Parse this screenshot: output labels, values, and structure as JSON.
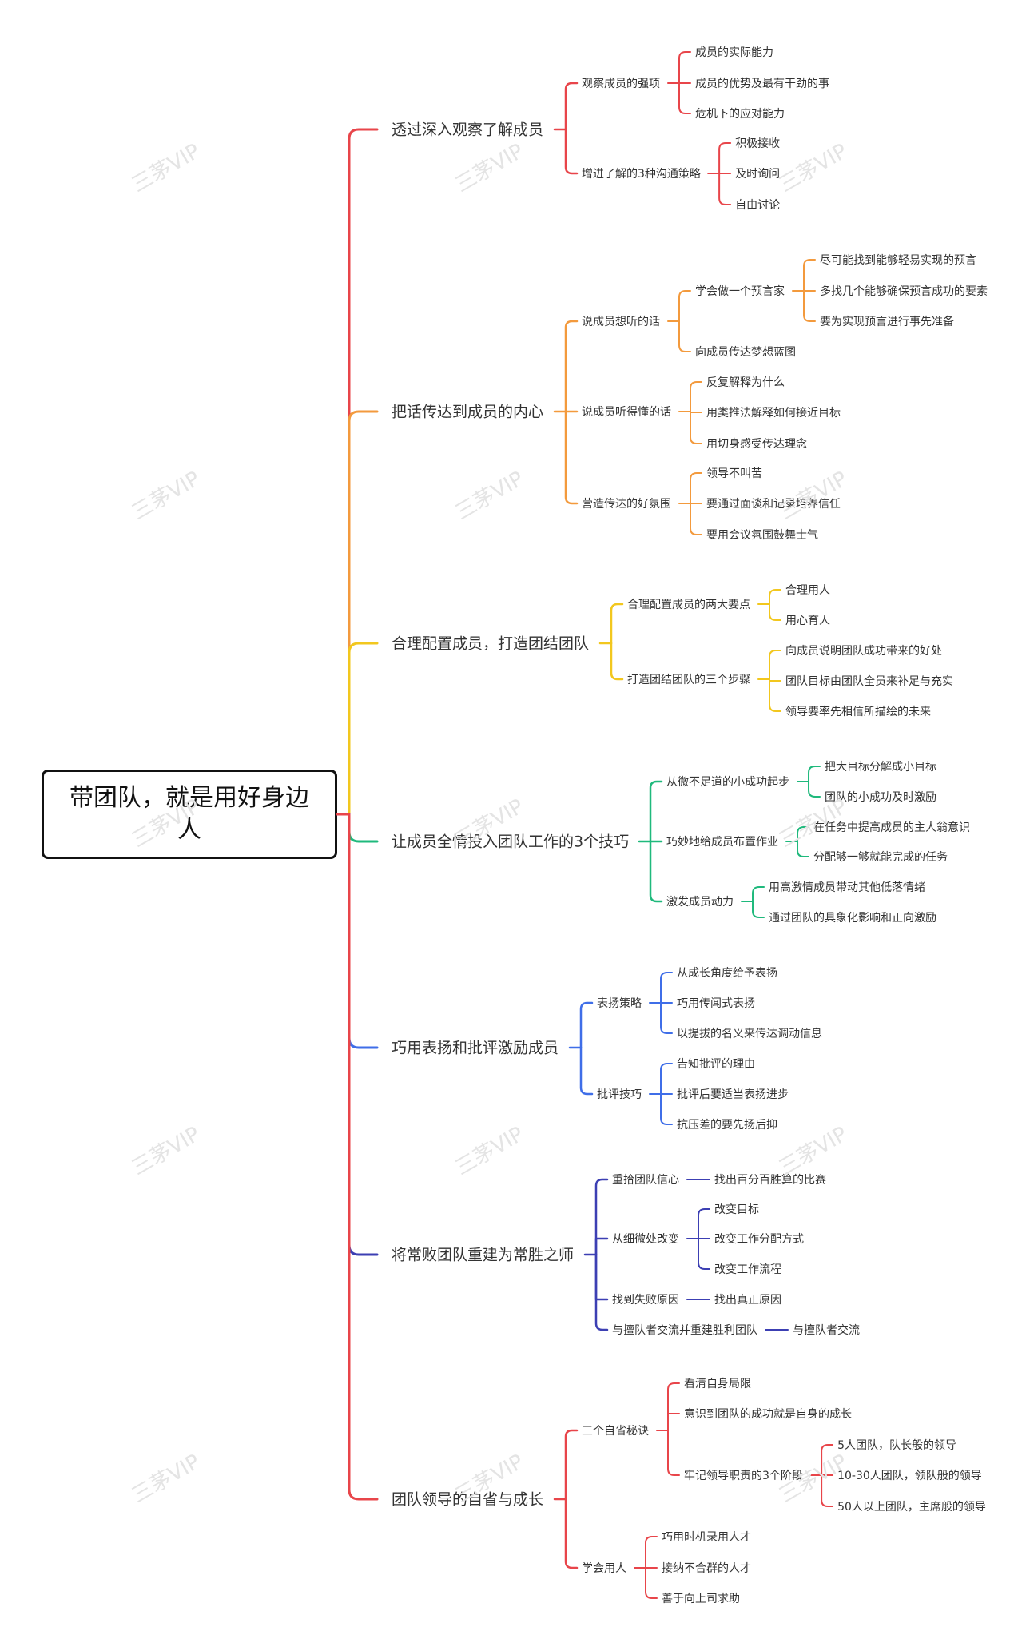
{
  "root": {
    "label": "带团队，就是用好身边人"
  },
  "watermark": "三茅VIP",
  "colors": {
    "red": "#e8454a",
    "orange": "#f39a3d",
    "yellow": "#f2c71e",
    "green": "#1fb97c",
    "blue": "#3f6ee8",
    "indigo": "#3c3fb3",
    "text": "#333333"
  },
  "branches": [
    {
      "label": "透过深入观察了解成员",
      "color": "red",
      "children": [
        {
          "label": "观察成员的强项",
          "children": [
            {
              "label": "成员的实际能力"
            },
            {
              "label": "成员的优势及最有干劲的事"
            },
            {
              "label": "危机下的应对能力"
            }
          ]
        },
        {
          "label": "增进了解的3种沟通策略",
          "children": [
            {
              "label": "积极接收"
            },
            {
              "label": "及时询问"
            },
            {
              "label": "自由讨论"
            }
          ]
        }
      ]
    },
    {
      "label": "把话传达到成员的内心",
      "color": "orange",
      "children": [
        {
          "label": "说成员想听的话",
          "children": [
            {
              "label": "学会做一个预言家",
              "children": [
                {
                  "label": "尽可能找到能够轻易实现的预言"
                },
                {
                  "label": "多找几个能够确保预言成功的要素"
                },
                {
                  "label": "要为实现预言进行事先准备"
                }
              ]
            },
            {
              "label": "向成员传达梦想蓝图"
            }
          ]
        },
        {
          "label": "说成员听得懂的话",
          "children": [
            {
              "label": "反复解释为什么"
            },
            {
              "label": "用类推法解释如何接近目标"
            },
            {
              "label": "用切身感受传达理念"
            }
          ]
        },
        {
          "label": "营造传达的好氛围",
          "children": [
            {
              "label": "领导不叫苦"
            },
            {
              "label": "要通过面谈和记录培养信任"
            },
            {
              "label": "要用会议氛围鼓舞士气"
            }
          ]
        }
      ]
    },
    {
      "label": "合理配置成员，打造团结团队",
      "color": "yellow",
      "children": [
        {
          "label": "合理配置成员的两大要点",
          "children": [
            {
              "label": "合理用人"
            },
            {
              "label": "用心育人"
            }
          ]
        },
        {
          "label": "打造团结团队的三个步骤",
          "children": [
            {
              "label": "向成员说明团队成功带来的好处"
            },
            {
              "label": "团队目标由团队全员来补足与充实"
            },
            {
              "label": "领导要率先相信所描绘的未来"
            }
          ]
        }
      ]
    },
    {
      "label": "让成员全情投入团队工作的3个技巧",
      "color": "green",
      "children": [
        {
          "label": "从微不足道的小成功起步",
          "children": [
            {
              "label": "把大目标分解成小目标"
            },
            {
              "label": "团队的小成功及时激励"
            }
          ]
        },
        {
          "label": "巧妙地给成员布置作业",
          "children": [
            {
              "label": "在任务中提高成员的主人翁意识"
            },
            {
              "label": "分配够一够就能完成的任务"
            }
          ]
        },
        {
          "label": "激发成员动力",
          "children": [
            {
              "label": "用高激情成员带动其他低落情绪"
            },
            {
              "label": "通过团队的具象化影响和正向激励"
            }
          ]
        }
      ]
    },
    {
      "label": "巧用表扬和批评激励成员",
      "color": "blue",
      "children": [
        {
          "label": "表扬策略",
          "children": [
            {
              "label": "从成长角度给予表扬"
            },
            {
              "label": "巧用传闻式表扬"
            },
            {
              "label": "以提拔的名义来传达调动信息"
            }
          ]
        },
        {
          "label": "批评技巧",
          "children": [
            {
              "label": "告知批评的理由"
            },
            {
              "label": "批评后要适当表扬进步"
            },
            {
              "label": "抗压差的要先扬后抑"
            }
          ]
        }
      ]
    },
    {
      "label": "将常败团队重建为常胜之师",
      "color": "indigo",
      "children": [
        {
          "label": "重拾团队信心",
          "children": [
            {
              "label": "找出百分百胜算的比赛"
            }
          ]
        },
        {
          "label": "从细微处改变",
          "children": [
            {
              "label": "改变目标"
            },
            {
              "label": "改变工作分配方式"
            },
            {
              "label": "改变工作流程"
            }
          ]
        },
        {
          "label": "找到失败原因",
          "children": [
            {
              "label": "找出真正原因"
            }
          ]
        },
        {
          "label": "与擅队者交流并重建胜利团队",
          "children": [
            {
              "label": "与擅队者交流"
            }
          ]
        }
      ]
    },
    {
      "label": "团队领导的自省与成长",
      "color": "red",
      "children": [
        {
          "label": "三个自省秘诀",
          "children": [
            {
              "label": "看清自身局限"
            },
            {
              "label": "意识到团队的成功就是自身的成长"
            },
            {
              "label": "牢记领导职责的3个阶段",
              "children": [
                {
                  "label": "5人团队，队长般的领导"
                },
                {
                  "label": "10-30人团队，领队般的领导"
                },
                {
                  "label": "50人以上团队，主席般的领导"
                }
              ]
            }
          ]
        },
        {
          "label": "学会用人",
          "children": [
            {
              "label": "巧用时机录用人才"
            },
            {
              "label": "接纳不合群的人才"
            },
            {
              "label": "善于向上司求助"
            }
          ]
        }
      ]
    }
  ]
}
